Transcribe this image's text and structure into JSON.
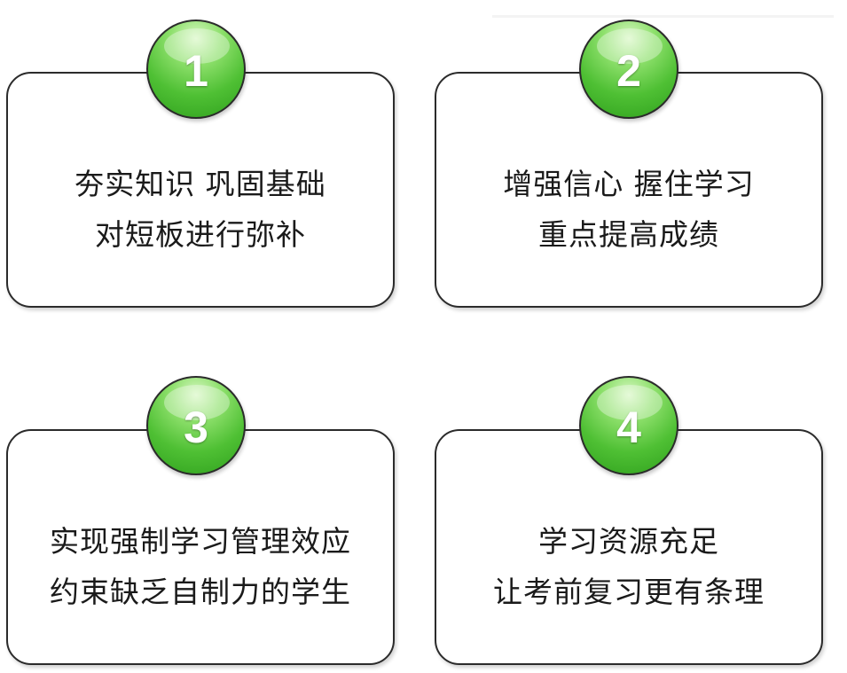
{
  "cards": [
    {
      "number": "1",
      "lines": [
        "夯实知识 巩固基础",
        "对短板进行弥补"
      ]
    },
    {
      "number": "2",
      "lines": [
        "增强信心 握住学习",
        "重点提高成绩"
      ]
    },
    {
      "number": "3",
      "lines": [
        "实现强制学习管理效应",
        "约束缺乏自制力的学生"
      ]
    },
    {
      "number": "4",
      "lines": [
        "学习资源充足",
        "让考前复习更有条理"
      ]
    }
  ],
  "colors": {
    "badge_green": "#4fc034",
    "border": "#2b2b2b",
    "text": "#1a1a1a"
  }
}
